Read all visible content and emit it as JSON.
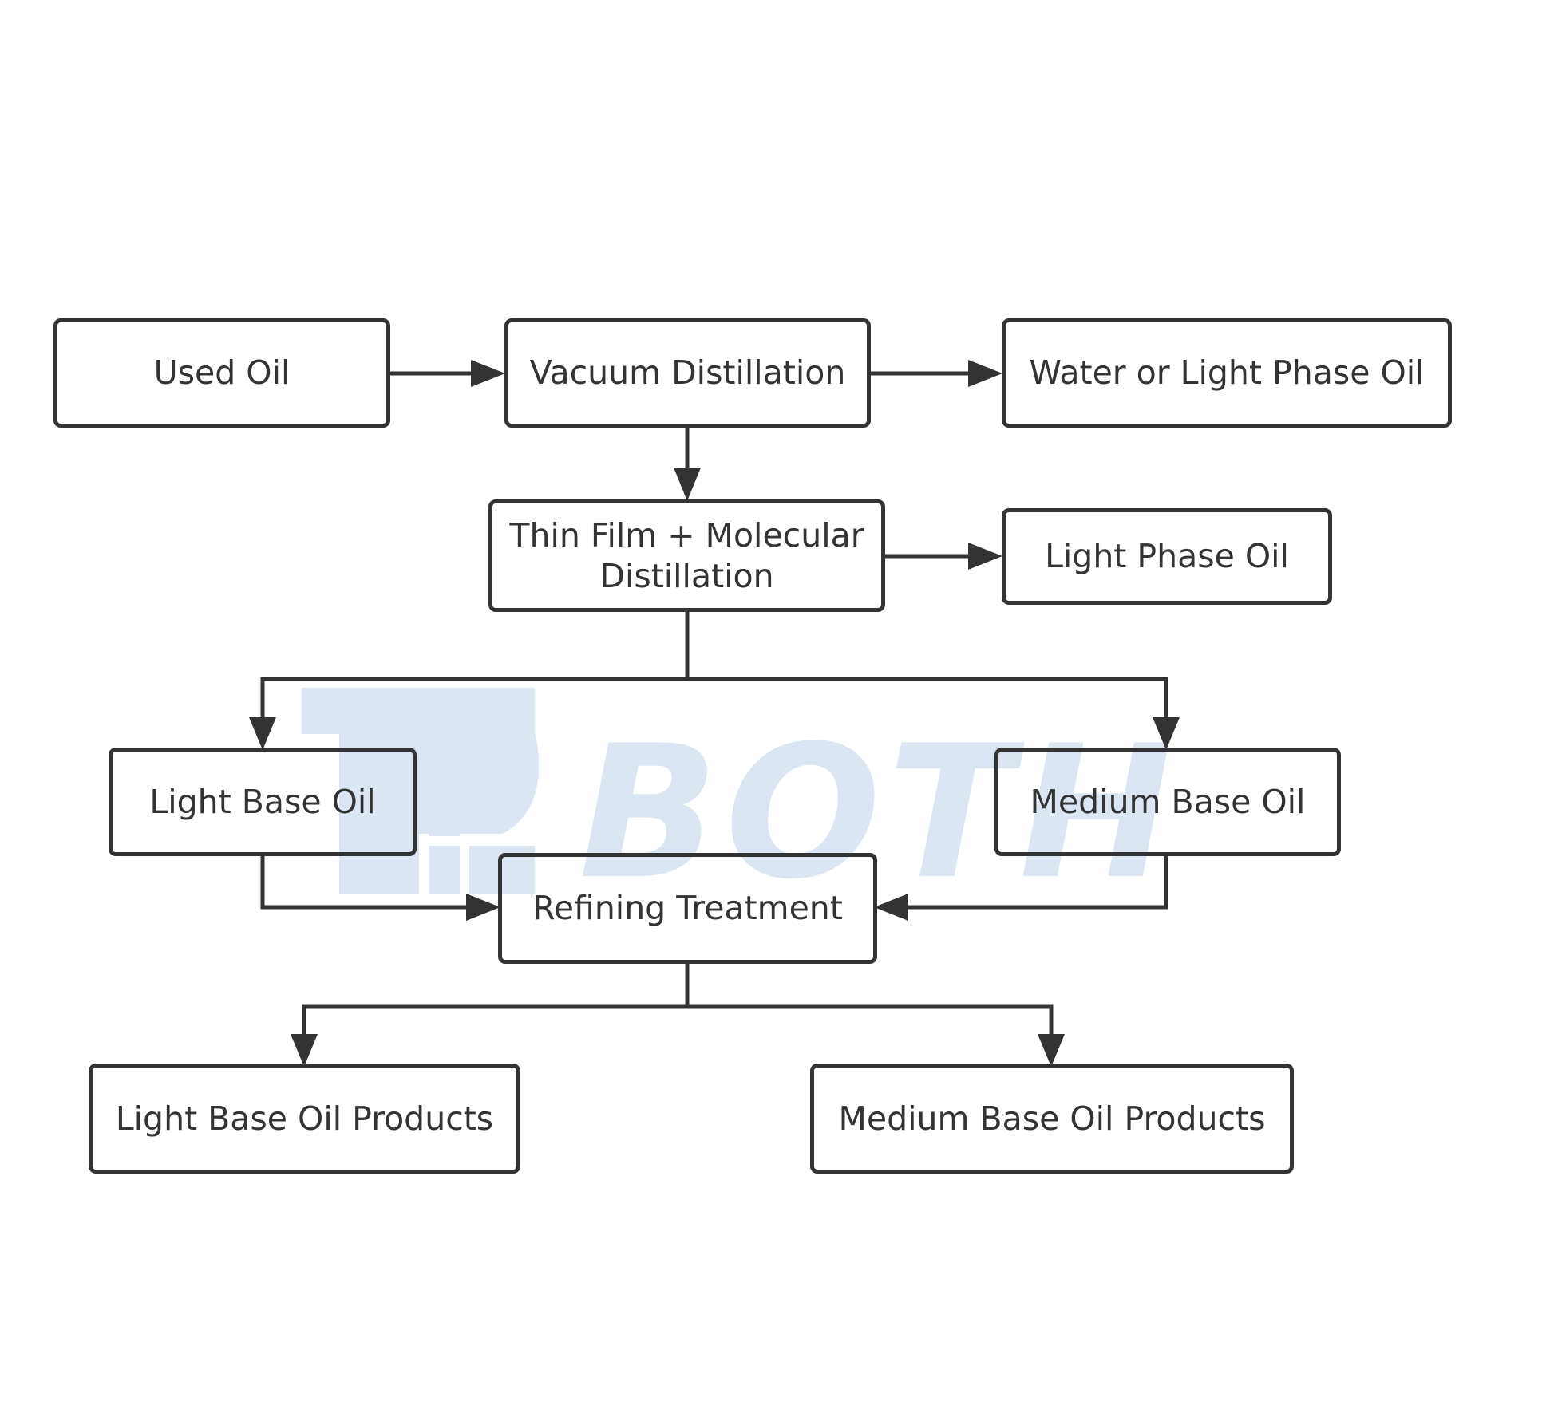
{
  "watermark": {
    "text": "BOTH",
    "color": "#dce6f3"
  },
  "nodes": {
    "used_oil": "Used Oil",
    "vacuum_distillation": "Vacuum Distillation",
    "water_light_phase_oil": "Water or Light Phase Oil",
    "thin_film_line1": "Thin Film + Molecular",
    "thin_film_line2": "Distillation",
    "light_phase_oil": "Light Phase Oil",
    "light_base_oil": "Light Base Oil",
    "medium_base_oil": "Medium Base Oil",
    "refining_treatment": "Refining Treatment",
    "light_base_oil_products": "Light Base Oil Products",
    "medium_base_oil_products": "Medium Base Oil Products"
  },
  "colors": {
    "line": "#333333",
    "text": "#333333",
    "background": "#ffffff"
  }
}
